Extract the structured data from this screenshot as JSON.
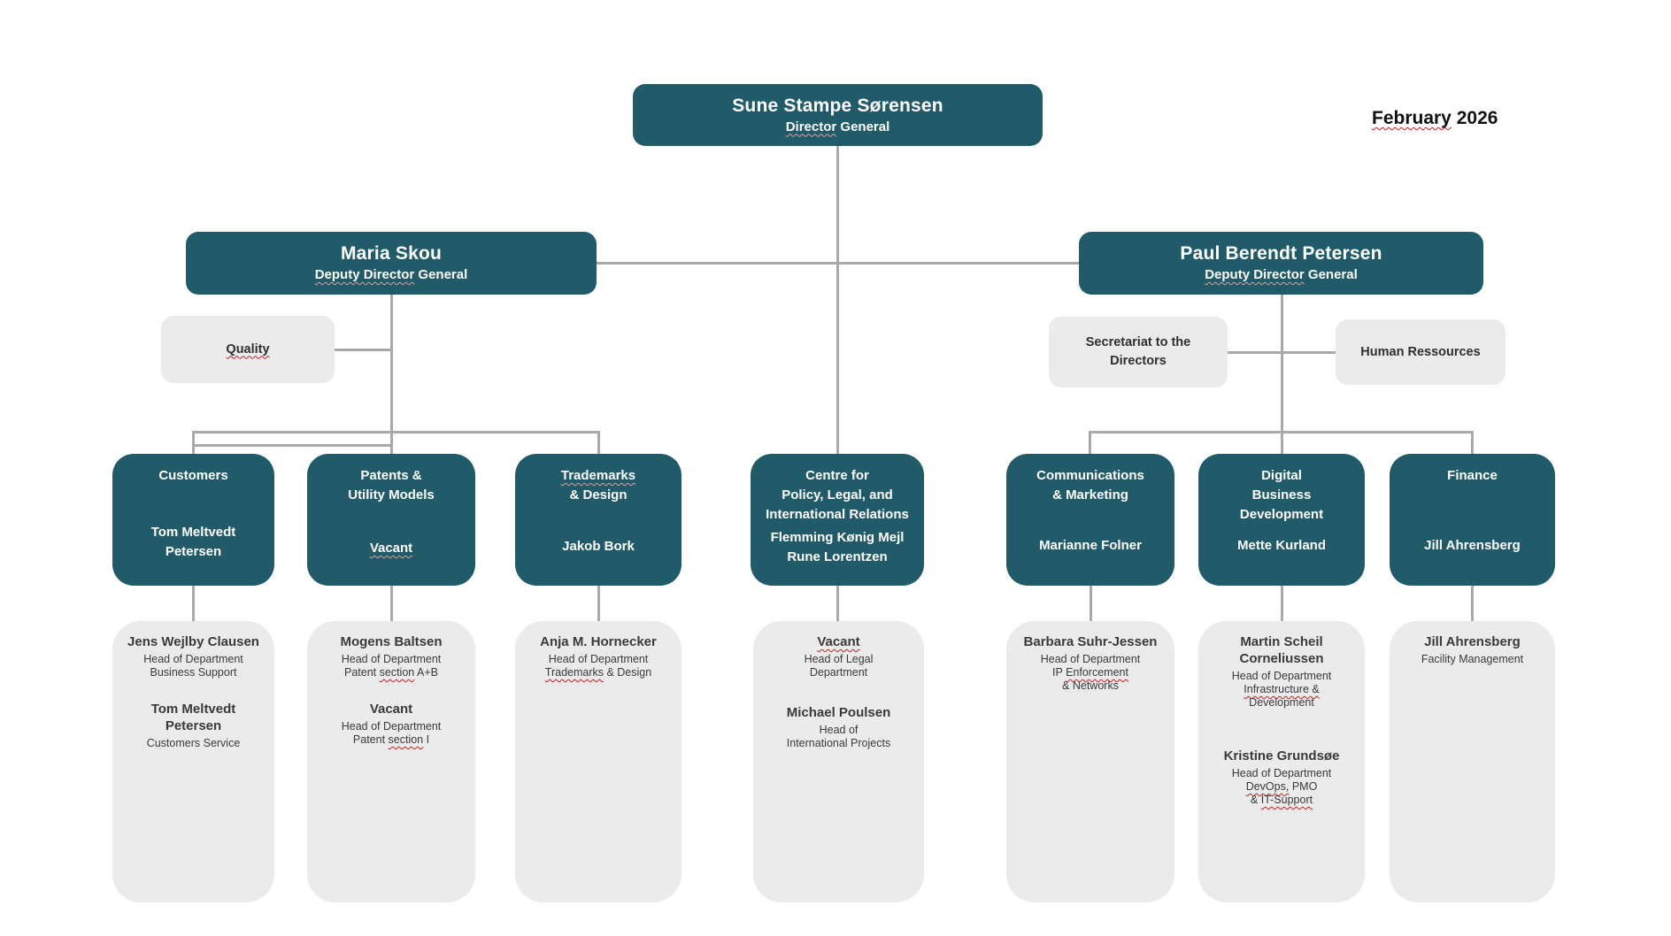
{
  "date_label": {
    "text": "February 2026",
    "squiggle": "February"
  },
  "colors": {
    "teal": "#215A69",
    "light_gray": "#EBEBEB",
    "line": "#A9A9A9",
    "squiggle_red": "#C22222"
  },
  "nodes": {
    "director": {
      "name": "Sune Stampe Sørensen",
      "role": {
        "text": "Director General",
        "squiggle": "Director"
      }
    },
    "maria": {
      "name": "Maria Skou",
      "role": {
        "text": "Deputy Director General",
        "squiggle": "Deputy Director"
      }
    },
    "paul": {
      "name": "Paul Berendt Petersen",
      "role": {
        "text": "Deputy Director General",
        "squiggle": "Deputy Director"
      }
    },
    "quality": {
      "lines": [
        {
          "text": "Quality",
          "squiggle": "Quality"
        }
      ]
    },
    "secretariat": {
      "lines": [
        "Secretariat to the",
        "Directors"
      ]
    },
    "hr": {
      "lines": [
        "Human Ressources"
      ]
    },
    "customers": {
      "title": [
        "Customers"
      ],
      "names": [
        "Tom Meltvedt",
        "Petersen"
      ]
    },
    "patents": {
      "title": [
        "Patents &",
        "Utility Models"
      ],
      "names": [
        {
          "text": "Vacant",
          "squiggle": "Vacant"
        }
      ]
    },
    "trademarks": {
      "title": [
        {
          "text": "Trademarks",
          "squiggle": "Trademarks"
        },
        "& Design"
      ],
      "names": [
        "Jakob Bork"
      ]
    },
    "centre": {
      "title": [
        "Centre for",
        "Policy, Legal, and",
        "International Relations"
      ],
      "names": [
        "Flemming Kønig Mejl",
        "Rune Lorentzen"
      ]
    },
    "comms": {
      "title": [
        "Communications",
        "& Marketing"
      ],
      "names": [
        "Marianne Folner"
      ]
    },
    "digital": {
      "title": [
        "Digital",
        "Business",
        "Development"
      ],
      "names": [
        "Mette Kurland"
      ]
    },
    "finance": {
      "title": [
        "Finance"
      ],
      "names": [
        "Jill Ahrensberg"
      ]
    },
    "g_customers": {
      "entries": [
        {
          "name": [
            "Jens Wejlby Clausen"
          ],
          "details": [
            "Head of Department",
            "Business Support"
          ]
        },
        {
          "name": [
            "Tom Meltvedt",
            "Petersen"
          ],
          "details": [
            "Customers Service"
          ]
        }
      ]
    },
    "g_patents": {
      "entries": [
        {
          "name": [
            "Mogens Baltsen"
          ],
          "details": [
            "Head of Department",
            {
              "text": "Patent section A+B",
              "squiggle": "section"
            }
          ]
        },
        {
          "name": [
            "Vacant"
          ],
          "details": [
            "Head of Department",
            {
              "text": "Patent section I",
              "squiggle": "section"
            }
          ]
        }
      ]
    },
    "g_trademarks": {
      "entries": [
        {
          "name": [
            "Anja M. Hornecker"
          ],
          "details": [
            "Head of Department",
            {
              "text": "Trademarks & Design",
              "squiggle": "Trademarks"
            }
          ]
        }
      ]
    },
    "g_centre": {
      "entries": [
        {
          "name": [
            {
              "text": "Vacant",
              "squiggle": "Vacant"
            }
          ],
          "details": [
            "Head of Legal",
            "Department"
          ]
        },
        {
          "name": [
            "Michael Poulsen"
          ],
          "details": [
            "Head of",
            "International Projects"
          ]
        }
      ]
    },
    "g_comms": {
      "entries": [
        {
          "name": [
            "Barbara Suhr-Jessen"
          ],
          "details": [
            "Head of Department",
            {
              "text": "IP Enforcement",
              "squiggle": "Enforcement"
            },
            "& Networks"
          ]
        }
      ]
    },
    "g_digital": {
      "entries": [
        {
          "name": [
            "Martin Scheil",
            "Corneliussen"
          ],
          "details": [
            "Head of Department",
            {
              "text": "Infrastructure &",
              "squiggle": "Infrastructure &"
            },
            "Development"
          ]
        },
        {
          "name": [
            "Kristine Grundsøe"
          ],
          "details": [
            "Head of Department",
            {
              "text": "DevOps, PMO",
              "squiggle": "DevOps,"
            },
            {
              "text": "& IT-Support",
              "squiggle": "IT-Support"
            }
          ]
        }
      ]
    },
    "g_finance": {
      "entries": [
        {
          "name": [
            "Jill Ahrensberg"
          ],
          "details": [
            "Facility Management"
          ]
        }
      ]
    }
  }
}
